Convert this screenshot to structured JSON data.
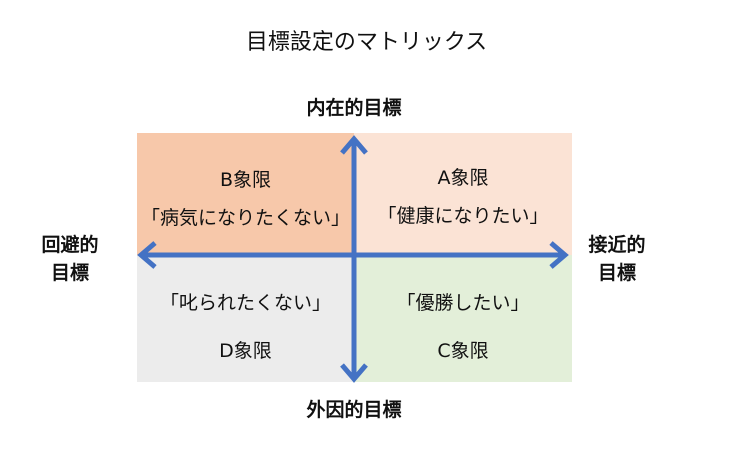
{
  "title": "目標設定のマトリックス",
  "axes": {
    "top": "内在的目標",
    "bottom": "外因的目標",
    "left_line1": "回避的",
    "left_line2": "目標",
    "right_line1": "接近的",
    "right_line2": "目標"
  },
  "quadrants": {
    "B": {
      "name": "B象限",
      "example": "「病気になりたくない」",
      "color": "#f7c8aa"
    },
    "A": {
      "name": "A象限",
      "example": "「健康になりたい」",
      "color": "#fbe3d5"
    },
    "D": {
      "name": "D象限",
      "example": "「叱られたくない」",
      "color": "#ececec"
    },
    "C": {
      "name": "C象限",
      "example": "「優勝したい」",
      "color": "#e3efd9"
    }
  },
  "arrow_color": "#4472c4"
}
